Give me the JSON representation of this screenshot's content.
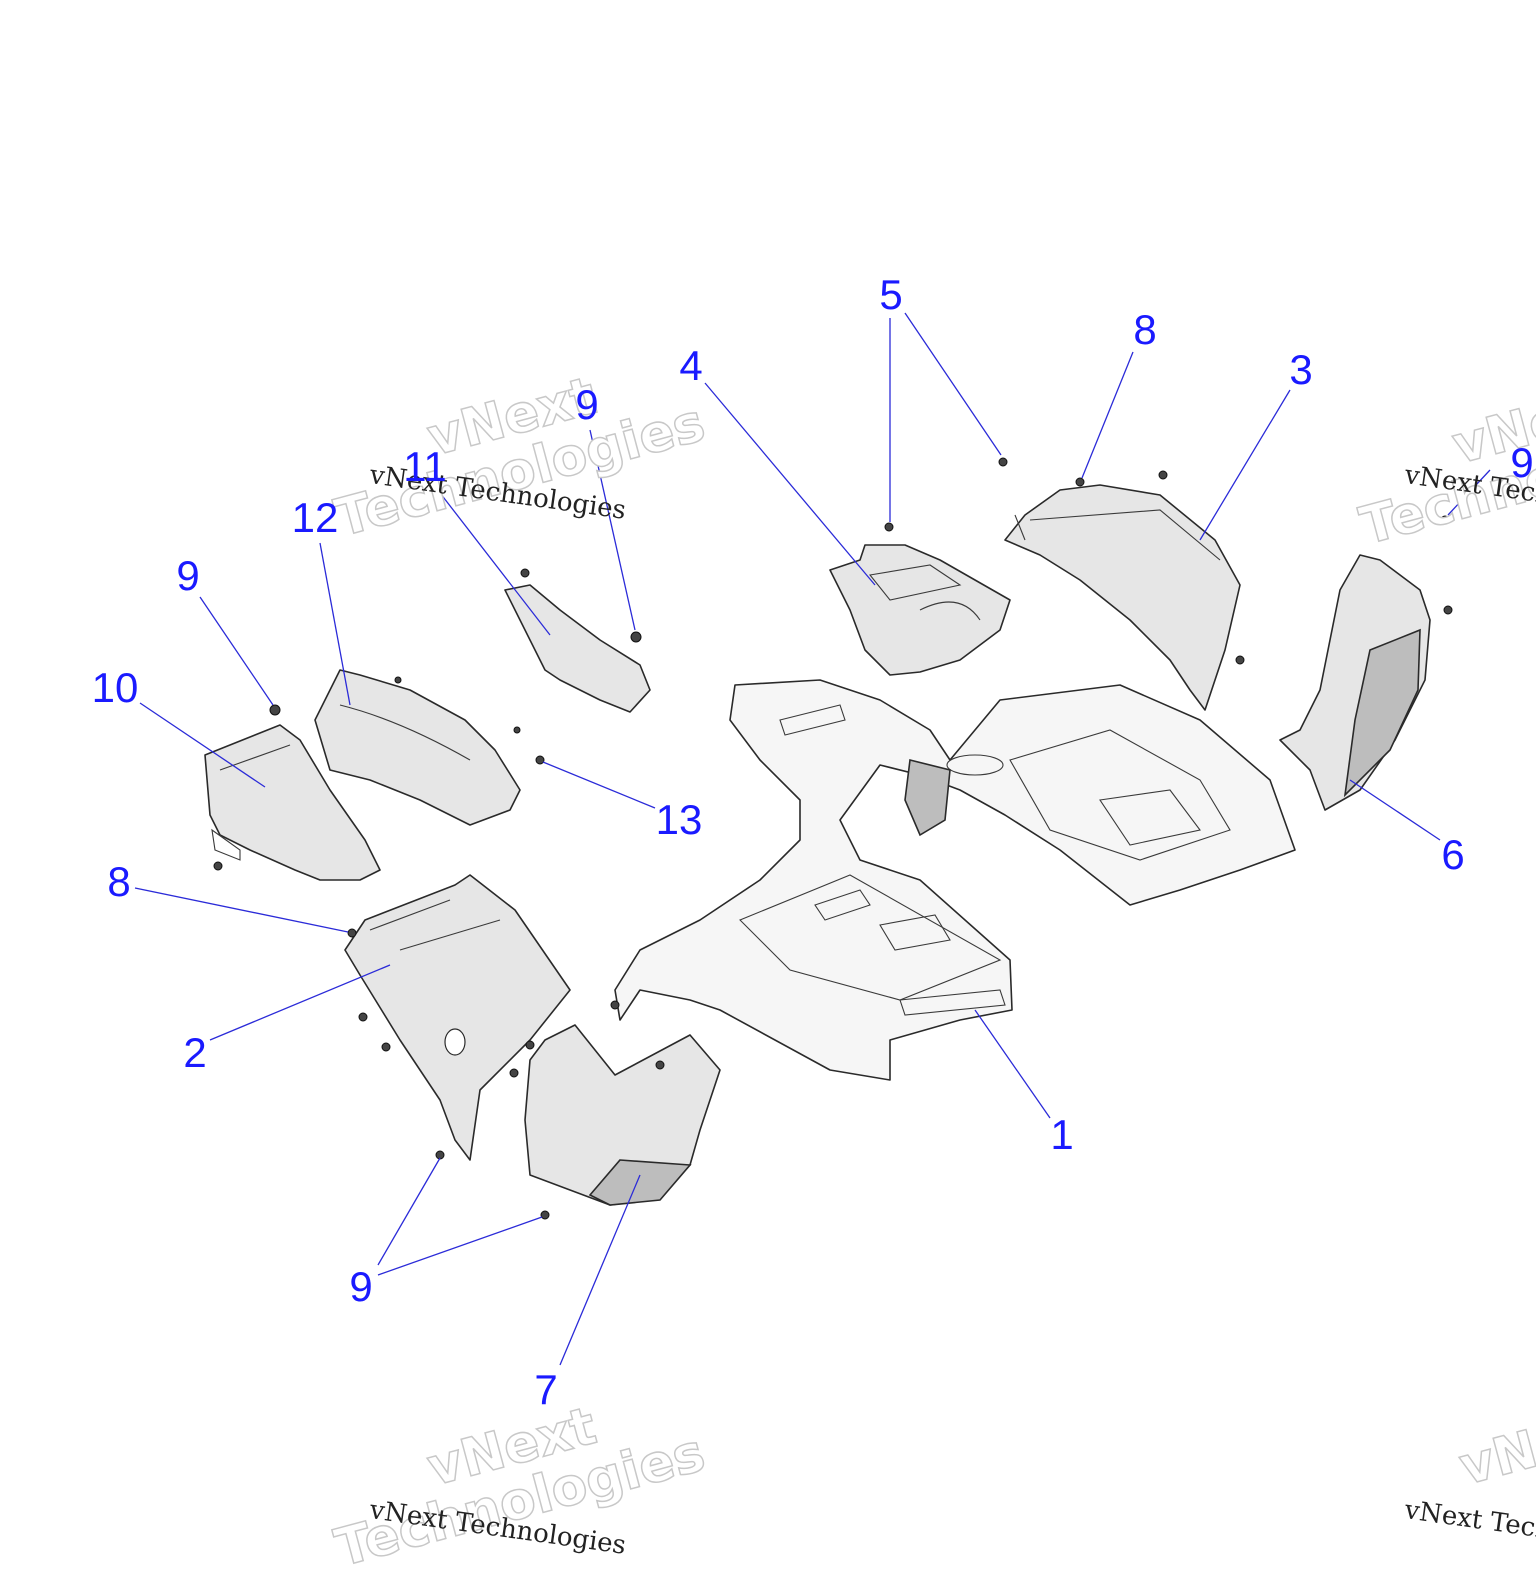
{
  "callouts": {
    "c1": "1",
    "c2": "2",
    "c3": "3",
    "c4": "4",
    "c5": "5",
    "c6": "6",
    "c7": "7",
    "c8_top": "8",
    "c8_left": "8",
    "c9_top": "9",
    "c9_left": "9",
    "c9_right": "9",
    "c9_bottom": "9",
    "c10": "10",
    "c11": "11",
    "c12": "12",
    "c13": "13"
  },
  "watermark": {
    "brand": "vNext Technologies",
    "line1": "vNext",
    "line2": "Technologies"
  },
  "colors": {
    "callout": "#1a1aff",
    "leader": "#2b2bd8",
    "part_fill": "#e6e6e6",
    "outline": "#2a2a2a"
  }
}
